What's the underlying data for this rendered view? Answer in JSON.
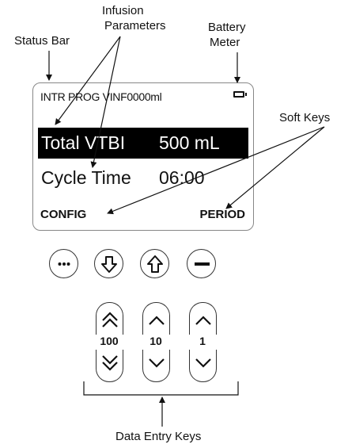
{
  "callouts": {
    "status_bar": "Status Bar",
    "infusion_parameters": [
      "Infusion",
      "Parameters"
    ],
    "battery_meter": [
      "Battery",
      "Meter"
    ],
    "soft_keys": "Soft Keys",
    "data_entry_keys": "Data Entry Keys"
  },
  "display": {
    "status_text": "INTR PROG VINF0000ml",
    "row1": {
      "label": "Total VTBI",
      "value": "500 mL"
    },
    "row2": {
      "label": "Cycle Time",
      "value": "06:00"
    },
    "softkey_left": "CONFIG",
    "softkey_right": "PERIOD"
  },
  "buttons": [
    {
      "name": "more-options-button",
      "icon": "ellipsis-icon"
    },
    {
      "name": "down-arrow-button",
      "icon": "arrow-down-icon"
    },
    {
      "name": "up-arrow-button",
      "icon": "arrow-up-icon"
    },
    {
      "name": "minus-button",
      "icon": "minus-icon"
    }
  ],
  "data_entry": {
    "steps": [
      "100",
      "10",
      "1"
    ]
  }
}
